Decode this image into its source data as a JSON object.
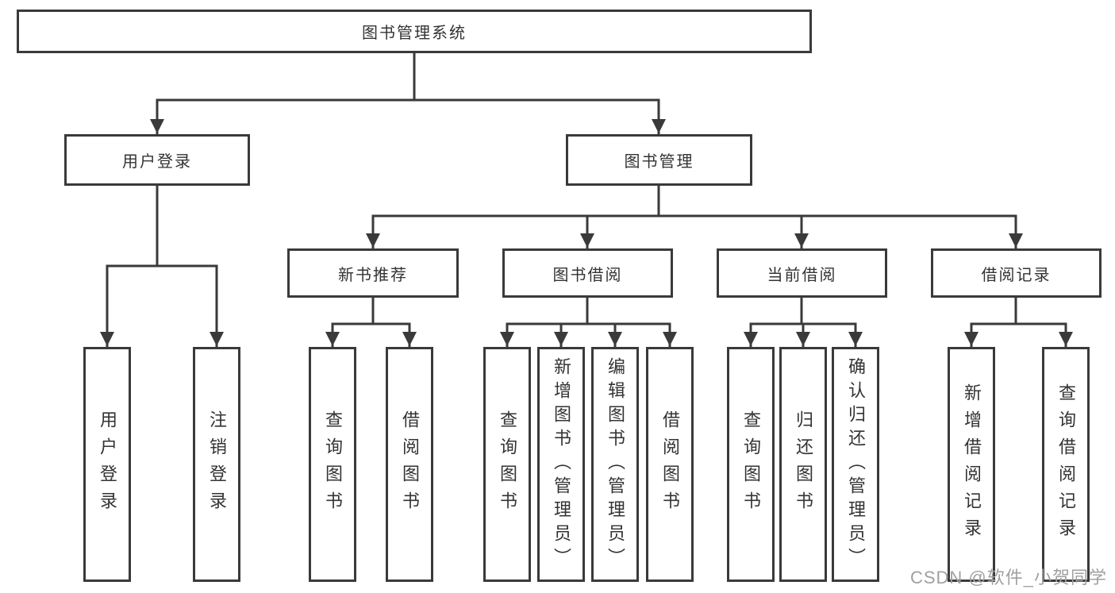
{
  "colors": {
    "line": "#3a3a3a",
    "text": "#333333",
    "box-bg": "#ffffff",
    "watermark": "#a0a0a0",
    "background": "#ffffff"
  },
  "diagram": {
    "root": {
      "label": "图书管理系统"
    },
    "level2": [
      {
        "label": "用户登录",
        "parent": "图书管理系统"
      },
      {
        "label": "图书管理",
        "parent": "图书管理系统"
      }
    ],
    "level3": [
      {
        "label": "新书推荐",
        "parent": "图书管理"
      },
      {
        "label": "图书借阅",
        "parent": "图书管理"
      },
      {
        "label": "当前借阅",
        "parent": "图书管理"
      },
      {
        "label": "借阅记录",
        "parent": "图书管理"
      }
    ],
    "leaves": [
      {
        "label": "用户登录",
        "parent": "用户登录"
      },
      {
        "label": "注销登录",
        "parent": "用户登录"
      },
      {
        "label": "查询图书",
        "parent": "新书推荐"
      },
      {
        "label": "借阅图书",
        "parent": "新书推荐"
      },
      {
        "label": "查询图书",
        "parent": "图书借阅"
      },
      {
        "label": "新增图书（管理员）",
        "parent": "图书借阅"
      },
      {
        "label": "编辑图书（管理员）",
        "parent": "图书借阅"
      },
      {
        "label": "借阅图书",
        "parent": "图书借阅"
      },
      {
        "label": "查询图书",
        "parent": "当前借阅"
      },
      {
        "label": "归还图书",
        "parent": "当前借阅"
      },
      {
        "label": "确认归还（管理员）",
        "parent": "当前借阅"
      },
      {
        "label": "新增借阅记录",
        "parent": "借阅记录"
      },
      {
        "label": "查询借阅记录",
        "parent": "借阅记录"
      }
    ]
  },
  "watermark": {
    "text": "CSDN @软件_小贺同学"
  }
}
